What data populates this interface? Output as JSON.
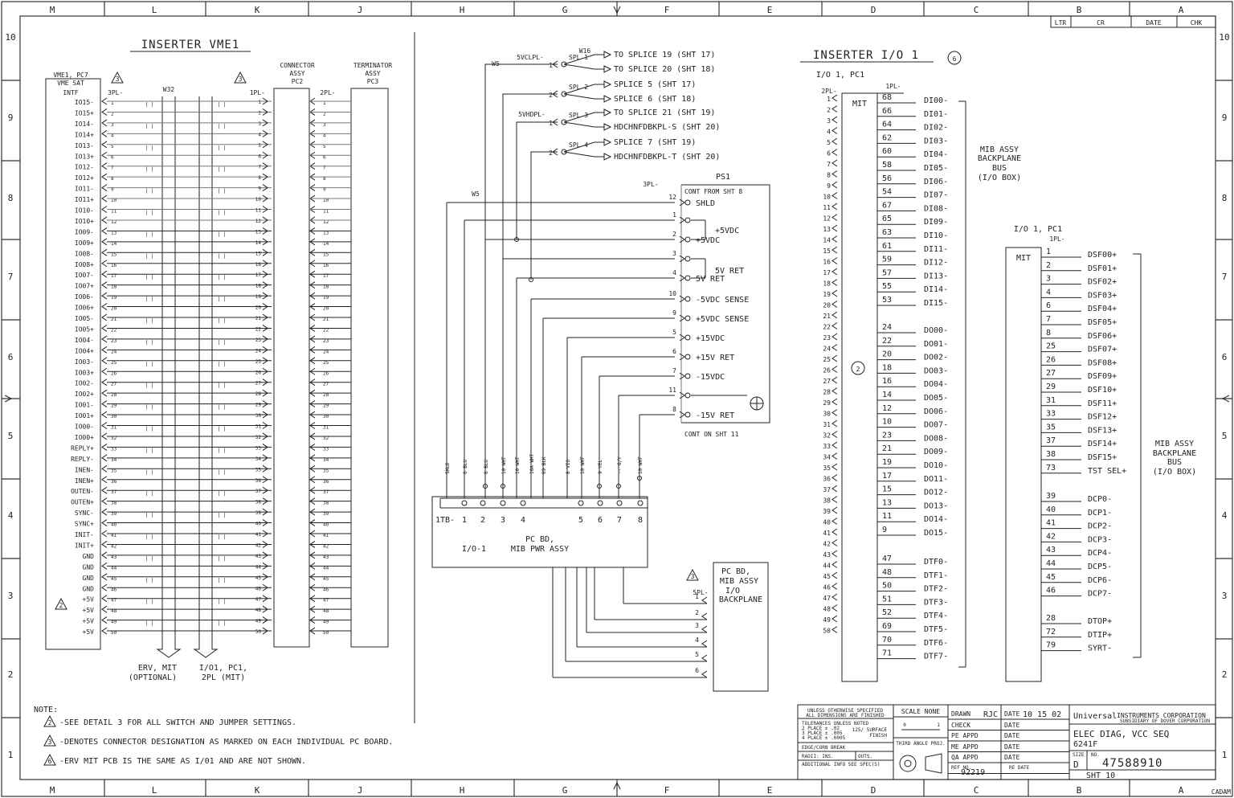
{
  "border": {
    "cols": [
      "M",
      "L",
      "K",
      "J",
      "H",
      "G",
      "F",
      "E",
      "D",
      "C",
      "B",
      "A"
    ],
    "rows": [
      "10",
      "9",
      "8",
      "7",
      "6",
      "5",
      "4",
      "3",
      "2",
      "1"
    ],
    "cadam": "CADAM"
  },
  "rev_block": {
    "ltr": "LTR",
    "cr": "CR",
    "date": "DATE",
    "chk": "CHK"
  },
  "vme": {
    "title": "INSERTER VME1",
    "vme_header": [
      "VME1, PC7",
      "VME SAT",
      "INTF"
    ],
    "p3pl": "3PL-",
    "w32": "W32",
    "p1pl": "1PL-",
    "p2pl": "2PL-",
    "conn": [
      "CONNECTOR",
      "ASSY",
      "PC2"
    ],
    "term": [
      "TERMINATOR",
      "ASSY",
      "PC3"
    ],
    "note3a": "3",
    "note3b": "3",
    "note2": "2",
    "signals": [
      "IO15-",
      "IO15+",
      "IO14-",
      "IO14+",
      "IO13-",
      "IO13+",
      "IO12-",
      "IO12+",
      "IO11-",
      "IO11+",
      "IO10-",
      "IO10+",
      "IO09-",
      "IO09+",
      "IO08-",
      "IO08+",
      "IO07-",
      "IO07+",
      "IO06-",
      "IO06+",
      "IO05-",
      "IO05+",
      "IO04-",
      "IO04+",
      "IO03-",
      "IO03+",
      "IO02-",
      "IO02+",
      "IO01-",
      "IO01+",
      "IO00-",
      "IO00+",
      "REPLY+",
      "REPLY-",
      "INEN-",
      "INEN+",
      "OUTEN-",
      "OUTEN+",
      "SYNC-",
      "SYNC+",
      "INIT-",
      "INIT+",
      "GND",
      "GND",
      "GND",
      "GND",
      "+5V",
      "+5V",
      "+5V",
      "+5V"
    ],
    "erv": [
      "ERV, MIT",
      "(OPTIONAL)"
    ],
    "io1": [
      "I/O1, PC1,",
      "2PL (MIT)"
    ]
  },
  "power": {
    "w16": "W16",
    "w5a": "W5",
    "w5b": "W5",
    "v5clpl": "5VCLPL-",
    "v5hdpl": "5VHDPL-",
    "p3pl": "3PL-",
    "splices": [
      {
        "pin": "1",
        "spl": "SPL 1",
        "a": "TO SPLICE 19 (SHT 17)",
        "b": "TO SPLICE 20 (SHT 18)"
      },
      {
        "pin": "2",
        "spl": "SPL 2",
        "a": "SPLICE 5 (SHT 17)",
        "b": "SPLICE 6 (SHT 18)"
      },
      {
        "pin": "1",
        "spl": "SPL 3",
        "a": "TO SPLICE 21 (SHT 19)",
        "b": "HDCHNFDBKPL-S (SHT 20)"
      },
      {
        "pin": "2",
        "spl": "SPL 4",
        "a": "SPLICE 7 (SHT 19)",
        "b": "HDCHNFDBKPL-T (SHT 20)"
      }
    ],
    "ps1": "PS1",
    "cont_from": "CONT FROM SHT 8",
    "cont_on": "CONT ON SHT 11",
    "ps_pins": [
      {
        "pin": "12",
        "label": "SHLD"
      },
      {
        "pin": "1",
        "label": ""
      },
      {
        "pin": "2",
        "label": "+5VDC"
      },
      {
        "pin": "3",
        "label": ""
      },
      {
        "pin": "4",
        "label": "5V RET"
      },
      {
        "pin": "10",
        "label": "-5VDC SENSE"
      },
      {
        "pin": "9",
        "label": "+5VDC SENSE"
      },
      {
        "pin": "5",
        "label": "+15VDC"
      },
      {
        "pin": "6",
        "label": "+15V RET"
      },
      {
        "pin": "7",
        "label": "-15VDC"
      },
      {
        "pin": "11",
        "label": ""
      },
      {
        "pin": "8",
        "label": "-15V RET"
      }
    ],
    "wire_labels": [
      "SHLD",
      "6 BLU",
      "6 BLU",
      "10 WHT",
      "10 WHT",
      "10A WHT",
      "69 BLK",
      "8 VIO",
      "10 WHT",
      "9 YEL",
      "-- G/Y",
      "10 WHT"
    ],
    "tb": "1TB-",
    "tb_pins": [
      "1",
      "2",
      "3",
      "4",
      "5",
      "6",
      "7",
      "8"
    ],
    "pcbd": [
      "PC BD,",
      "MIB PWR ASSY"
    ],
    "io1": "I/O-1",
    "pcbd2": [
      "PC BD,",
      "MIB ASSY",
      "I/O",
      "BACKPLANE"
    ],
    "p5pl": "5PL-",
    "p5pins": [
      "1",
      "2",
      "3",
      "4",
      "5",
      "6"
    ],
    "note3": "3"
  },
  "io": {
    "title": "INSERTER I/O 1",
    "note6": "6",
    "io1pc1": "I/O 1, PC1",
    "p2pl": "2PL-",
    "p1pl": "1PL-",
    "mit": "MIT",
    "note2": "2",
    "pins2pl": [
      "1",
      "2",
      "3",
      "4",
      "5",
      "6",
      "7",
      "8",
      "9",
      "10",
      "11",
      "12",
      "13",
      "14",
      "15",
      "16",
      "17",
      "18",
      "19",
      "20",
      "21",
      "22",
      "23",
      "24",
      "25",
      "26",
      "27",
      "28",
      "29",
      "30",
      "31",
      "32",
      "33",
      "34",
      "35",
      "36",
      "37",
      "38",
      "39",
      "40",
      "41",
      "42",
      "43",
      "44",
      "45",
      "46",
      "47",
      "48",
      "49",
      "50"
    ],
    "di": [
      [
        "68",
        "DI00-"
      ],
      [
        "66",
        "DI01-"
      ],
      [
        "64",
        "DI02-"
      ],
      [
        "62",
        "DI03-"
      ],
      [
        "60",
        "DI04-"
      ],
      [
        "58",
        "DI05-"
      ],
      [
        "56",
        "DI06-"
      ],
      [
        "54",
        "DI07-"
      ],
      [
        "67",
        "DI08-"
      ],
      [
        "65",
        "DI09-"
      ],
      [
        "63",
        "DI10-"
      ],
      [
        "61",
        "DI11-"
      ],
      [
        "59",
        "DI12-"
      ],
      [
        "57",
        "DI13-"
      ],
      [
        "55",
        "DI14-"
      ],
      [
        "53",
        "DI15-"
      ]
    ],
    "do": [
      [
        "24",
        "DO00-"
      ],
      [
        "22",
        "DO01-"
      ],
      [
        "20",
        "DO02-"
      ],
      [
        "18",
        "DO03-"
      ],
      [
        "16",
        "DO04-"
      ],
      [
        "14",
        "DO05-"
      ],
      [
        "12",
        "DO06-"
      ],
      [
        "10",
        "DO07-"
      ],
      [
        "23",
        "DO08-"
      ],
      [
        "21",
        "DO09-"
      ],
      [
        "19",
        "DO10-"
      ],
      [
        "17",
        "DO11-"
      ],
      [
        "15",
        "DO12-"
      ],
      [
        "13",
        "DO13-"
      ],
      [
        "11",
        "DO14-"
      ],
      [
        "9",
        "DO15-"
      ]
    ],
    "dt": [
      [
        "47",
        "DTF0-"
      ],
      [
        "48",
        "DTF1-"
      ],
      [
        "50",
        "DTF2-"
      ],
      [
        "51",
        "DTF3-"
      ],
      [
        "52",
        "DTF4-"
      ],
      [
        "69",
        "DTF5-"
      ],
      [
        "70",
        "DTF6-"
      ],
      [
        "71",
        "DTF7-"
      ]
    ],
    "mib": [
      "MIB ASSY",
      "BACKPLANE",
      "BUS",
      "(I/O BOX)"
    ]
  },
  "io2": {
    "header": "I/O 1, PC1",
    "p1pl": "1PL-",
    "mit": "MIT",
    "dsf": [
      [
        "1",
        "DSF00+"
      ],
      [
        "2",
        "DSF01+"
      ],
      [
        "3",
        "DSF02+"
      ],
      [
        "4",
        "DSF03+"
      ],
      [
        "6",
        "DSF04+"
      ],
      [
        "7",
        "DSF05+"
      ],
      [
        "8",
        "DSF06+"
      ],
      [
        "25",
        "DSF07+"
      ],
      [
        "26",
        "DSF08+"
      ],
      [
        "27",
        "DSF09+"
      ],
      [
        "29",
        "DSF10+"
      ],
      [
        "31",
        "DSF11+"
      ],
      [
        "33",
        "DSF12+"
      ],
      [
        "35",
        "DSF13+"
      ],
      [
        "37",
        "DSF14+"
      ],
      [
        "38",
        "DSF15+"
      ],
      [
        "73",
        "TST SEL+"
      ]
    ],
    "dcp": [
      [
        "39",
        "DCP0-"
      ],
      [
        "40",
        "DCP1-"
      ],
      [
        "41",
        "DCP2-"
      ],
      [
        "42",
        "DCP3-"
      ],
      [
        "43",
        "DCP4-"
      ],
      [
        "44",
        "DCP5-"
      ],
      [
        "45",
        "DCP6-"
      ],
      [
        "46",
        "DCP7-"
      ]
    ],
    "dt": [
      [
        "28",
        "DTOP+"
      ],
      [
        "72",
        "DTIP+"
      ],
      [
        "79",
        "SYRT-"
      ]
    ],
    "mib": [
      "MIB ASSY",
      "BACKPLANE",
      "BUS",
      "(I/O BOX)"
    ]
  },
  "notes": {
    "head": "NOTE:",
    "items": [
      {
        "n": "2",
        "text": "-SEE DETAIL 3 FOR ALL SWITCH AND JUMPER SETTINGS."
      },
      {
        "n": "3",
        "text": "-DENOTES CONNECTOR DESIGNATION AS MARKED ON EACH INDIVIDUAL PC BOARD."
      },
      {
        "n": "6",
        "text": "-ERV MIT PCB IS THE SAME AS I/01 AND ARE NOT SHOWN."
      }
    ]
  },
  "title_block": {
    "spec": [
      "UNLESS OTHERWISE SPECIFIED",
      "ALL DIMENSIONS ARE FINISHED"
    ],
    "tol": [
      "TOLERANCES UNLESS NOTED",
      "2 PLACE ± .02",
      "3 PLACE ± .005",
      "4 PLACE ± .0005"
    ],
    "surface": [
      "125/ SURFACE",
      "FINISH"
    ],
    "edge": "EDGE/CORN BREAK",
    "radii": "RADII: INS.",
    "outs": "OUTS.",
    "add": "ADDITIONAL INFO SEE SPEC(S)",
    "scale": "SCALE NONE",
    "third": "THIRD ANGLE PROJ.",
    "drawn": "DRAWN",
    "drawn_by": "RJC",
    "date_l": "DATE",
    "date_v": "10 15 02",
    "check": "CHECK",
    "pe": "PE APPD",
    "me": "ME APPD",
    "qa": "QA APPD",
    "ref": "REF NO.",
    "refno": "92219",
    "re_date": "RE DATE",
    "company_logo": "Universal",
    "company": "INSTRUMENTS CORPORATION",
    "subsid": "SUBSIDIARY OF DOVER CORPORATION",
    "title1": "ELEC DIAG, VCC SEQ",
    "title2": "6241F",
    "size_l": "SIZE",
    "size": "D",
    "no_l": "NO.",
    "dwg": "47588910",
    "sht": "SHT 10"
  }
}
